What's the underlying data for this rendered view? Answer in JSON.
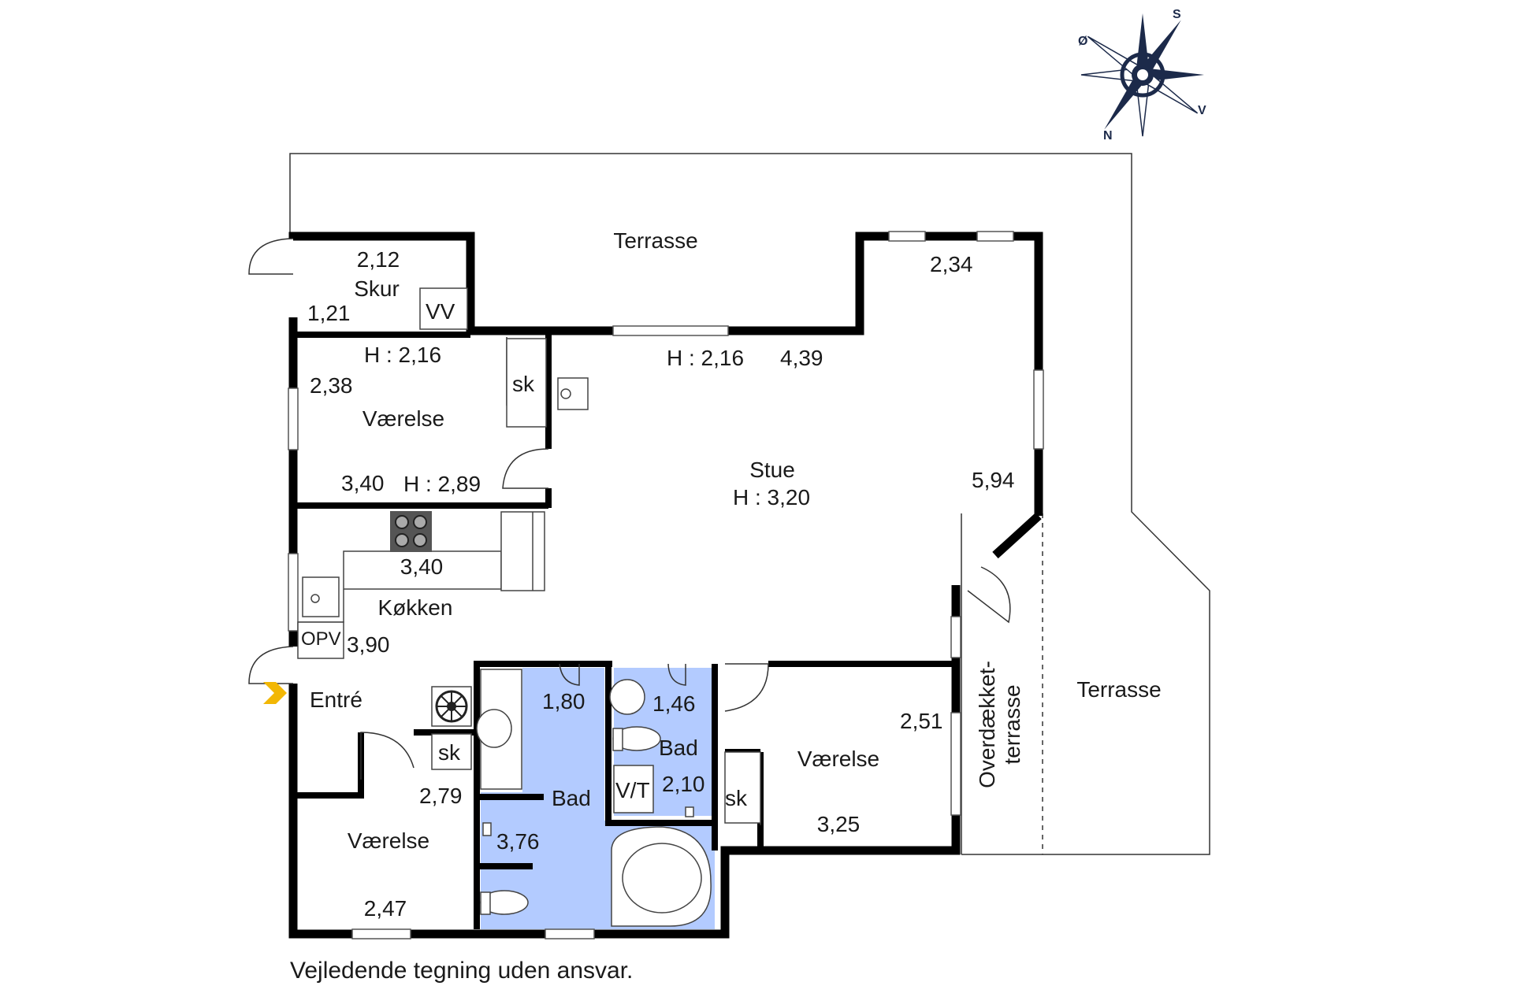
{
  "compass": {
    "n": "N",
    "s": "S",
    "e": "Ø",
    "w": "V"
  },
  "rooms": {
    "terrace_top": "Terrasse",
    "terrace_right": "Terrasse",
    "covered_terrace": "Overdækket-\nterrasse",
    "shed": {
      "name": "Skur",
      "dim_a": "2,12",
      "dim_b": "1,21",
      "vv": "VV"
    },
    "bedroom_nw": {
      "name": "Værelse",
      "height": "H : 2,16",
      "dim_a": "2,38",
      "dim_b": "3,40",
      "height2": "H : 2,89",
      "closet": "sk"
    },
    "living": {
      "name": "Stue",
      "height": "H : 3,20",
      "height_top": "H : 2,16",
      "dim_a": "4,39",
      "dim_b": "2,34",
      "dim_c": "5,94"
    },
    "kitchen": {
      "name": "Køkken",
      "dim_a": "3,40",
      "dim_b": "3,90",
      "opv": "OPV"
    },
    "entry": {
      "name": "Entré",
      "closet": "sk"
    },
    "bath_main": {
      "name": "Bad",
      "dim_a": "1,80",
      "dim_b": "3,76"
    },
    "bath_small": {
      "name": "Bad",
      "dim_a": "1,46",
      "dim_b": "2,10",
      "vt": "V/T"
    },
    "bedroom_sw": {
      "name": "Værelse",
      "dim_a": "2,79",
      "dim_b": "2,47"
    },
    "bedroom_se": {
      "name": "Værelse",
      "dim_a": "2,51",
      "dim_b": "3,25",
      "closet": "sk"
    }
  },
  "disclaimer": "Vejledende tegning uden ansvar.",
  "colors": {
    "wall": "#000000",
    "bath": "#b3cbff",
    "compass": "#1c2a4a",
    "entry_arrow": "#f2b705"
  }
}
